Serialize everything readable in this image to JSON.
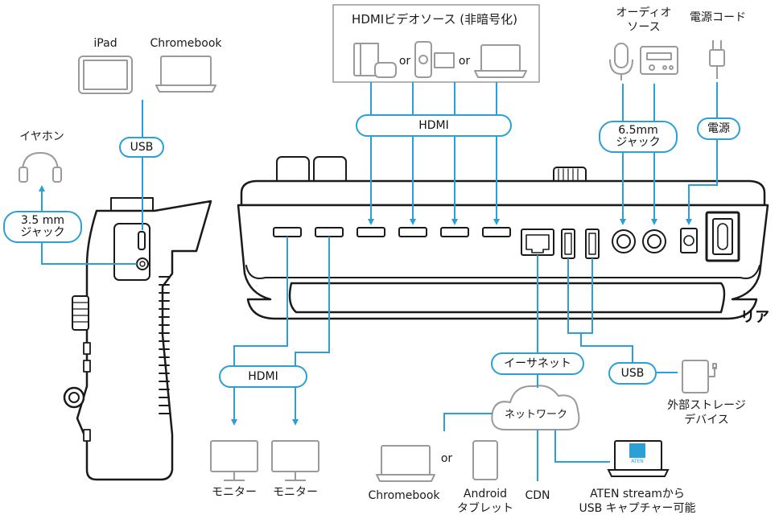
{
  "labels": {
    "hdmi_sources_title": "HDMIビデオソース (非暗号化)",
    "audio_source_line1": "オーディオ",
    "audio_source_line2": "ソース",
    "power_cord": "電源コード",
    "ipad": "iPad",
    "chromebook_top": "Chromebook",
    "earphones": "イヤホン",
    "or_1": "or",
    "or_2": "or",
    "or_3": "or",
    "rear": "リア",
    "external_storage_line1": "外部ストレージ",
    "external_storage_line2": "デバイス",
    "monitor_1": "モニター",
    "monitor_2": "モニター",
    "chromebook_bottom": "Chromebook",
    "android_line1": "Android",
    "android_line2": "タブレット",
    "cdn": "CDN",
    "aten_line1": "ATEN streamから",
    "aten_line2": "USB キャプチャー可能",
    "aten_logo": "ATEN"
  },
  "pills": {
    "hdmi_top": "HDMI",
    "jack_65_line1": "6.5mm",
    "jack_65_line2": "ジャック",
    "power": "電源",
    "usb_top": "USB",
    "jack_35_line1": "3.5 mm",
    "jack_35_line2": "ジャック",
    "hdmi_bottom": "HDMI",
    "ethernet": "イーサネット",
    "usb_right": "USB",
    "network": "ネットワーク"
  },
  "colors": {
    "connector_line": "#2b9fd6",
    "device_outline": "#1a1a1a",
    "icon_gray": "#9a9a9a"
  }
}
